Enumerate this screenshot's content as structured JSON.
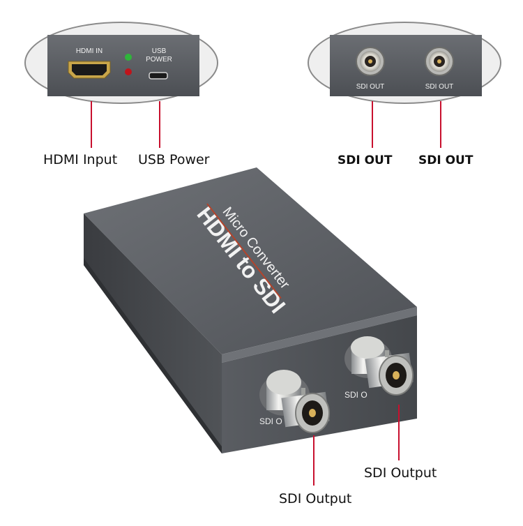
{
  "zoom_left": {
    "hdmi_in_label": "HDMI IN",
    "usb_label_line1": "USB",
    "usb_label_line2": "POWER"
  },
  "zoom_right": {
    "sdi_out_1": "SDI OUT",
    "sdi_out_2": "SDI OUT"
  },
  "callouts": {
    "hdmi_input": "HDMI Input",
    "usb_power": "USB Power",
    "sdi_out_1": "SDI OUT",
    "sdi_out_2": "SDI OUT",
    "sdi_output_right": "SDI Output",
    "sdi_output_bottom": "SDI Output"
  },
  "device": {
    "top_line1": "Micro Converter",
    "top_line2": "HDMI to SDI",
    "front_label_left": "SDI O",
    "front_label_right": "SDI O"
  },
  "colors": {
    "callout_line": "#c8102e",
    "device_body": "#55585d",
    "led_green": "#2fb53a",
    "led_red": "#c0141b",
    "accent_stripe": "#b3442c"
  }
}
